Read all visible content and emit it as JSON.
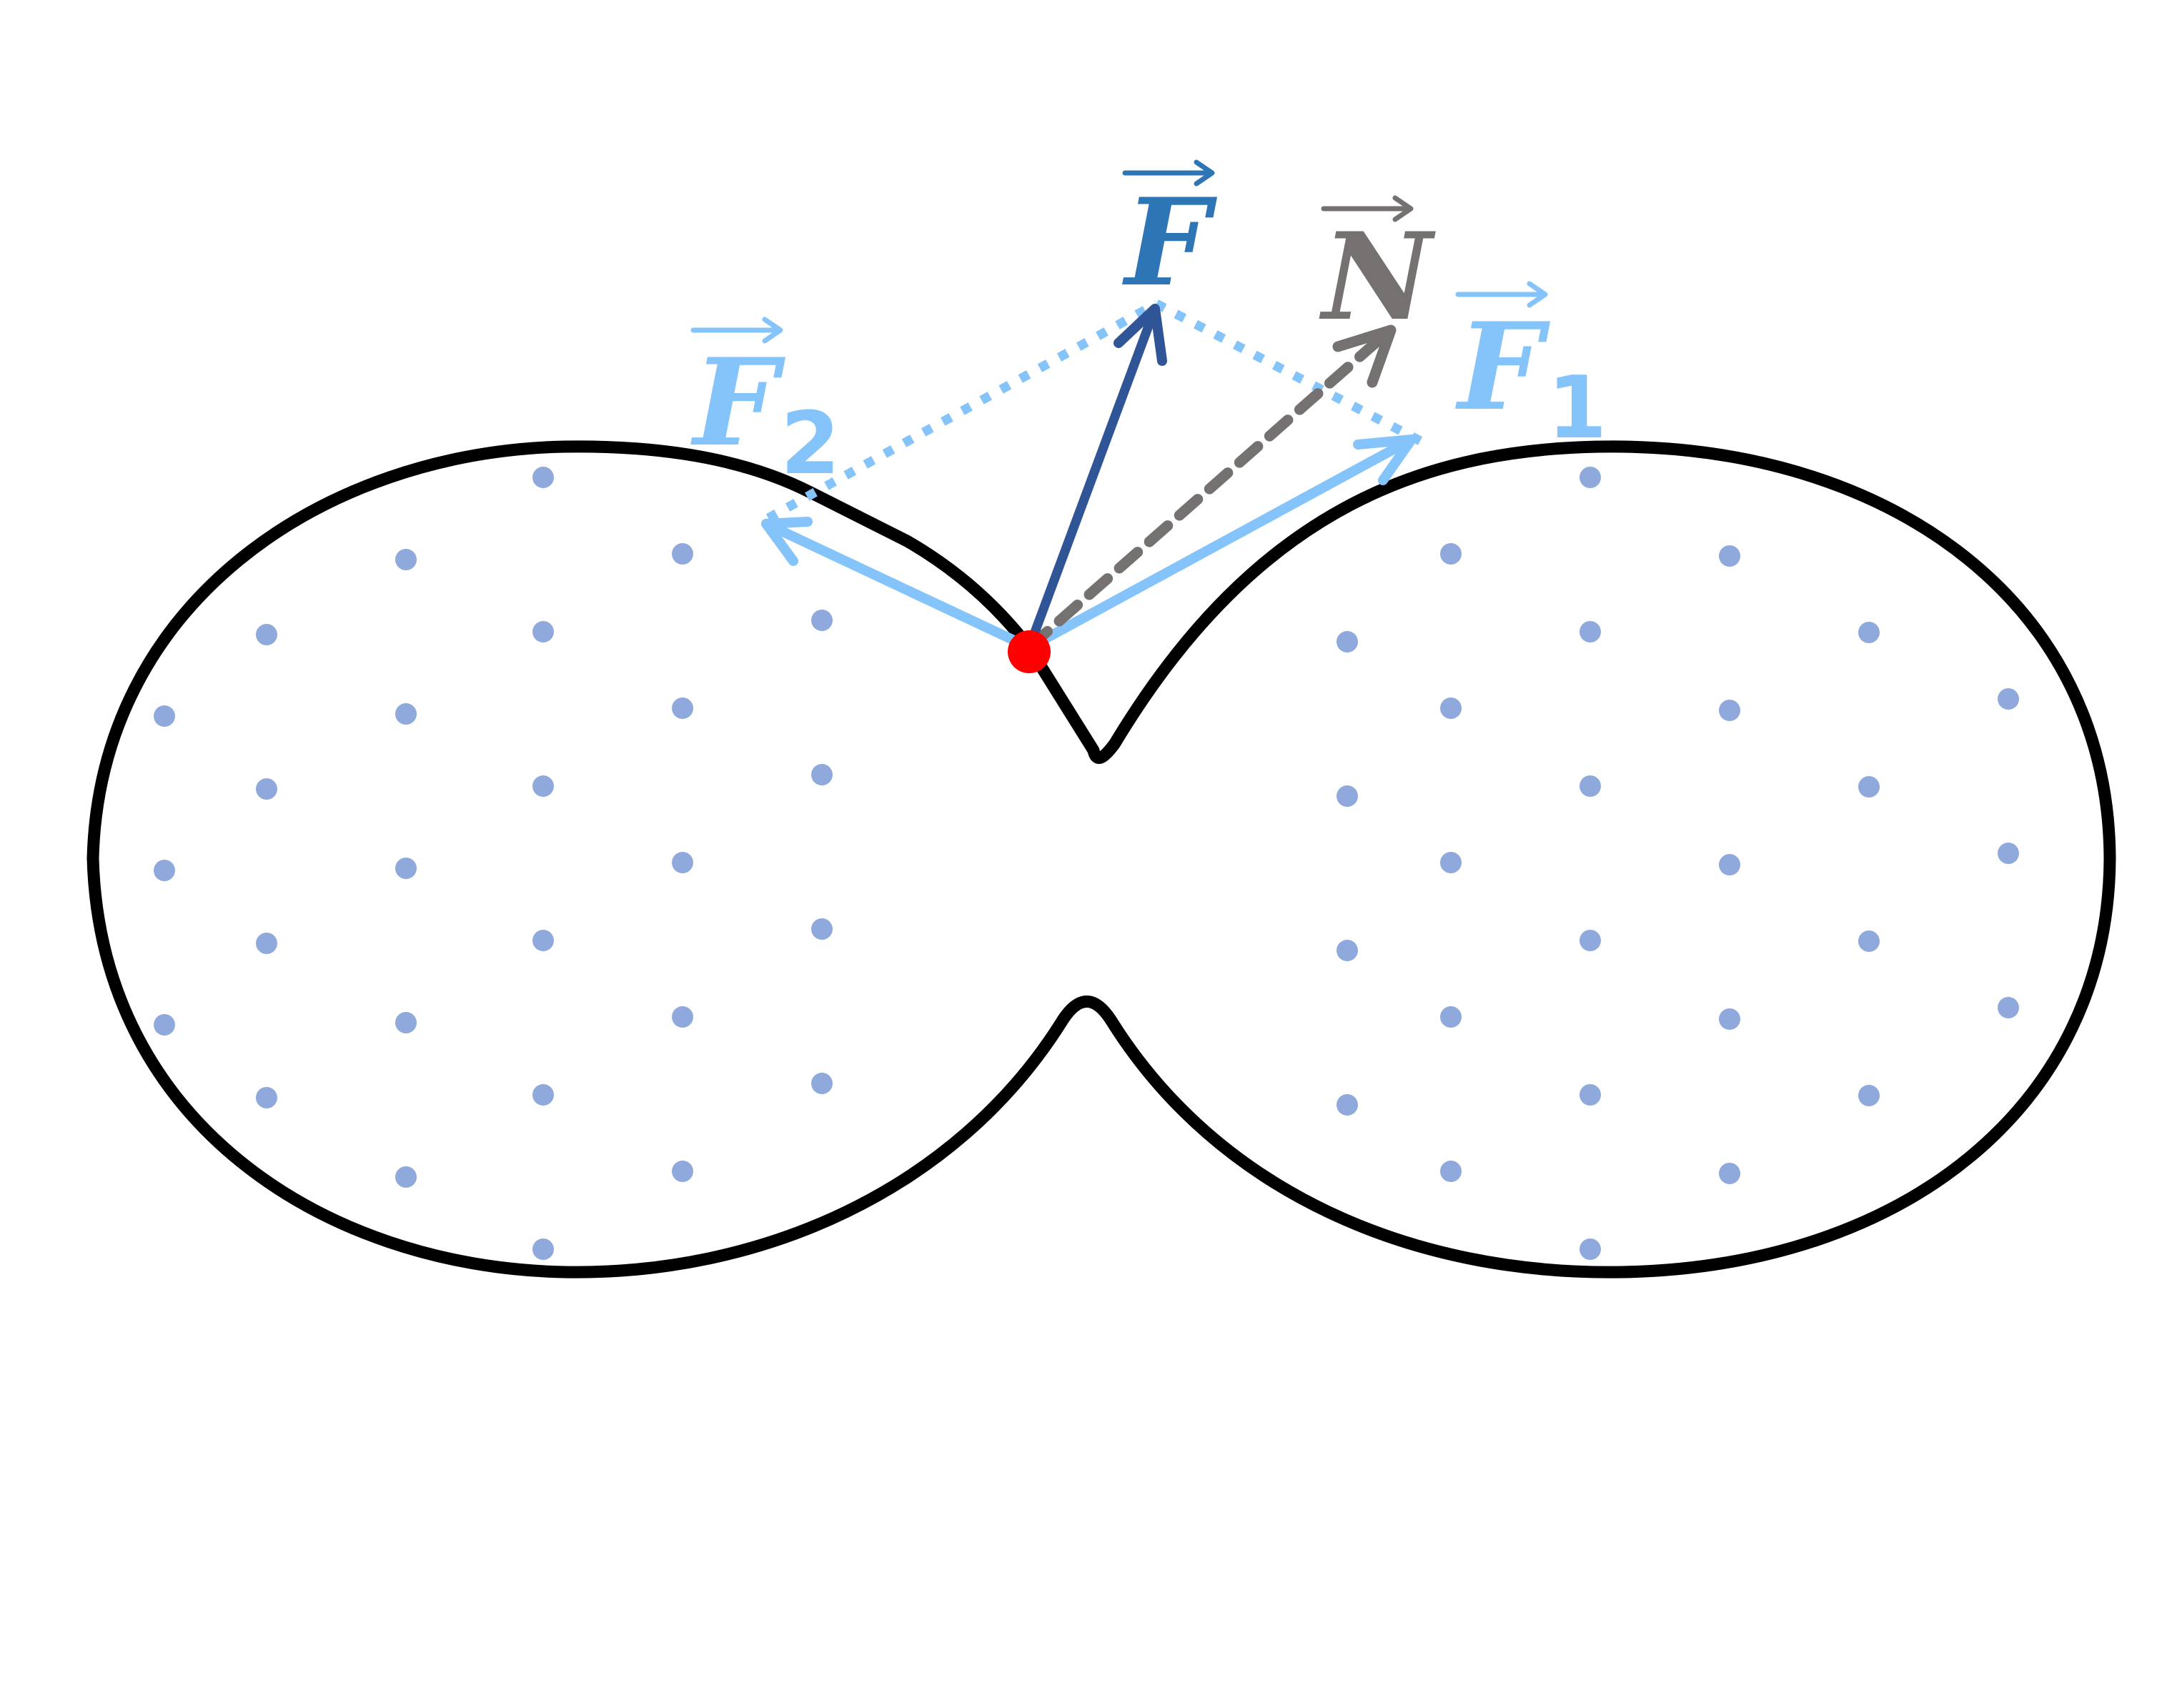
{
  "colors": {
    "outline": "#000000",
    "dots": "#8fa9dd",
    "point": "#ff0000",
    "F": "#2e75b6",
    "F_arrow": "#2f5597",
    "N": "#767171",
    "components": "#85c4fa"
  },
  "labels": {
    "F": {
      "symbol": "F",
      "sub": ""
    },
    "N": {
      "symbol": "N",
      "sub": ""
    },
    "F1": {
      "symbol": "F",
      "sub": "1"
    },
    "F2": {
      "symbol": "F",
      "sub": "2"
    }
  }
}
